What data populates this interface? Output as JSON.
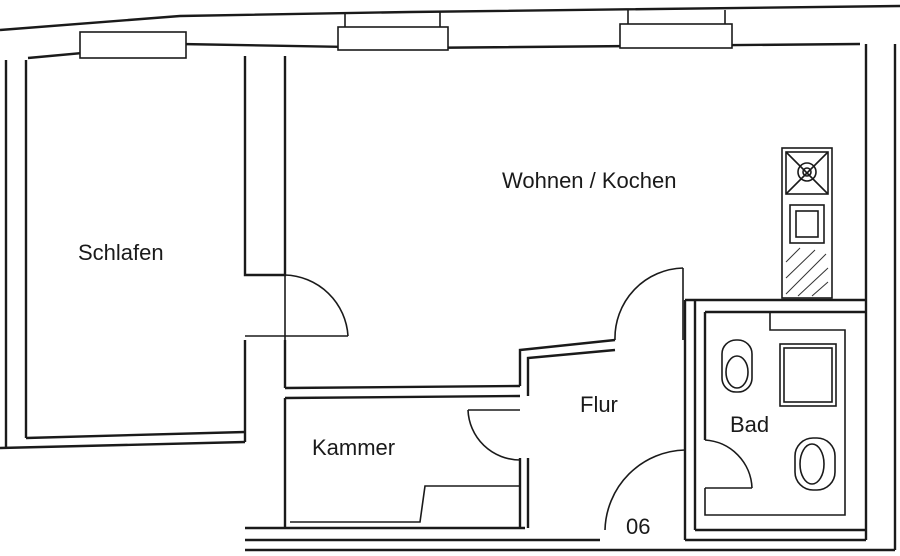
{
  "rooms": {
    "schlafen": "Schlafen",
    "wohnen_kochen": "Wohnen / Kochen",
    "flur": "Flur",
    "kammer": "Kammer",
    "bad": "Bad"
  },
  "unit_number": "06",
  "colors": {
    "ink": "#1a1a1a",
    "paper": "#ffffff"
  }
}
